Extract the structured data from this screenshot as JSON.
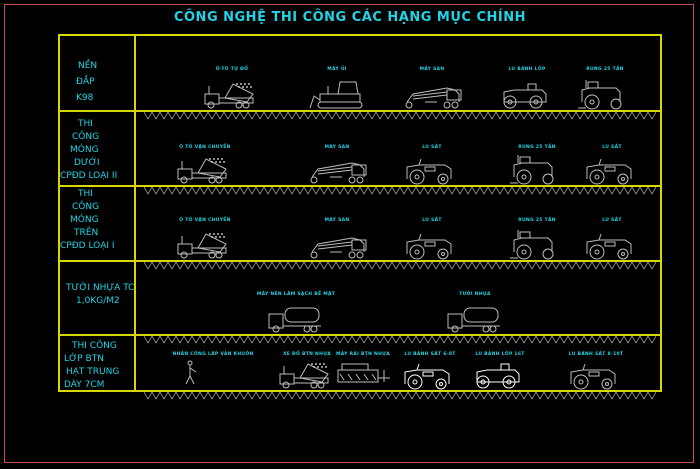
{
  "title": "CÔNG NGHỆ THI CÔNG CÁC HẠNG MỤC CHÍNH",
  "colors": {
    "background": "#000000",
    "grid": "#d8d800",
    "text": "#22d3e6",
    "frame": "#c0504d",
    "drawing": "#bdbdbd"
  },
  "rows": [
    {
      "label_lines": [
        "NỀN",
        "ĐẮP",
        "K98"
      ],
      "equipment": [
        {
          "label": "Ô-TÔ TỰ ĐỔ",
          "icon": "dump-truck-icon"
        },
        {
          "label": "MÁY ỦI",
          "icon": "bulldozer-icon"
        },
        {
          "label": "MÁY SAN",
          "icon": "grader-icon"
        },
        {
          "label": "LU BÁNH LỐP",
          "icon": "tire-roller-icon"
        },
        {
          "label": "RUNG 25 TẤN",
          "icon": "vibratory-roller-icon"
        }
      ]
    },
    {
      "label_lines": [
        "THI",
        "CÔNG",
        "MÓNG",
        "DƯỚI",
        "CPĐD LOẠI II"
      ],
      "equipment": [
        {
          "label": "Ô TÔ VẬN CHUYỂN",
          "icon": "dump-truck-icon"
        },
        {
          "label": "MÁY SAN",
          "icon": "grader-icon"
        },
        {
          "label": "LU SẮT",
          "icon": "steel-roller-icon"
        },
        {
          "label": "RUNG 25 TẤN",
          "icon": "vibratory-roller-icon"
        },
        {
          "label": "LU SẮT",
          "icon": "steel-roller-icon"
        }
      ]
    },
    {
      "label_lines": [
        "THI",
        "CÔNG",
        "MÓNG",
        "TRÊN",
        "CPĐD LOẠI I"
      ],
      "equipment": [
        {
          "label": "Ô TÔ VẬN CHUYỂN",
          "icon": "dump-truck-icon"
        },
        {
          "label": "MÁY SAN",
          "icon": "grader-icon"
        },
        {
          "label": "LU SẮT",
          "icon": "steel-roller-icon"
        },
        {
          "label": "RUNG 25 TẤN",
          "icon": "vibratory-roller-icon"
        },
        {
          "label": "LU SẮT",
          "icon": "steel-roller-icon"
        }
      ]
    },
    {
      "label_lines": [
        "TƯỚI NHỰA TC",
        "1,0KG/M2"
      ],
      "equipment": [
        {
          "label": "MÁY NÉN LÀM SẠCH BỀ MẶT",
          "icon": "tank-truck-icon"
        },
        {
          "label": "TƯỚI NHỰA",
          "icon": "tank-truck-icon"
        }
      ]
    },
    {
      "label_lines": [
        "THI CÔNG",
        "LỚP BTN",
        "HẠT TRUNG",
        "DÀY 7CM"
      ],
      "equipment": [
        {
          "label": "NHÂN CÔNG LẮP VÁN KHUÔN",
          "icon": "worker-icon"
        },
        {
          "label": "XE ĐỔ BTN NHỰA",
          "icon": "dump-truck-icon"
        },
        {
          "label": "MÁY RẢI BTN NHỰA",
          "icon": "paver-icon"
        },
        {
          "label": "LU BÁNH SẮT 6-8T",
          "icon": "steel-roller-icon"
        },
        {
          "label": "LU BÁNH LỐP 16T",
          "icon": "tire-roller-icon"
        },
        {
          "label": "LU BÁNH SẮT 8-10T",
          "icon": "steel-roller-icon"
        }
      ]
    }
  ]
}
